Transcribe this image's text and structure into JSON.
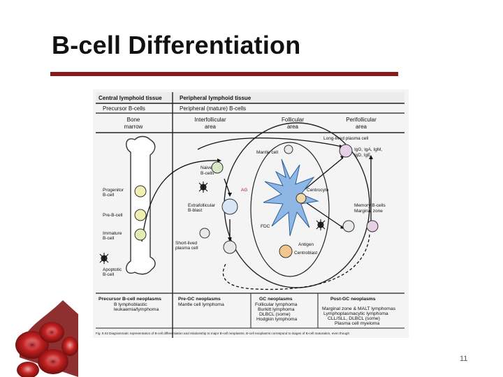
{
  "slide": {
    "title": "B-cell Differentiation",
    "page_number": "11",
    "accent_color": "#8b1a1a"
  },
  "diagram": {
    "header": {
      "central": "Central lymphoid tissue",
      "peripheral": "Peripheral lymphoid tissue",
      "precursor": "Precursor B-cells",
      "peripheral_mature": "Peripheral (mature) B-cells",
      "bone_marrow": [
        "Bone",
        "marrow"
      ],
      "interfollicular": [
        "Interfollicular",
        "area"
      ],
      "follicular": [
        "Follicular",
        "area"
      ],
      "perifollicular": [
        "Perifollicular",
        "area"
      ]
    },
    "labels": {
      "long_lived": "Long-lived plasma cell",
      "mantle": "Mantle cell",
      "ig_types": [
        "IgG, IgA, IgM,",
        "IgD, IgE"
      ],
      "naive": [
        "Naive",
        "B-cells"
      ],
      "ag": "AG",
      "centrocyte": "Centrocyte",
      "progenitor": [
        "Progenitor",
        "B-cell"
      ],
      "pre_b": "Pre-B-cell",
      "immature": [
        "Immature",
        "B-cell"
      ],
      "apoptotic": [
        "Apoptotic",
        "B-cell"
      ],
      "extrafollicular": [
        "Extrafollicular",
        "B-blast"
      ],
      "fdc": "FDC",
      "short_lived": [
        "Short-lived",
        "plasma cell"
      ],
      "antigen": "Antigen",
      "centroblast": "Centroblast",
      "memory": [
        "Memory B-cells",
        "Marginal zone"
      ]
    },
    "neoplasms": {
      "precursor": {
        "title": "Precursor B-cell neoplasms",
        "items": [
          "B lymphoblastic",
          "leukaemia/lymphoma"
        ]
      },
      "pre_gc": {
        "title": "Pre-GC neoplasms",
        "items": [
          "Mantle cell lymphoma"
        ]
      },
      "gc": {
        "title": "GC neoplasms",
        "items": [
          "Follicular lymphoma",
          "Burkitt lymphoma",
          "DLBCL (some)",
          "Hodgkin lymphoma"
        ]
      },
      "post_gc": {
        "title": "Post-GC neoplasms",
        "items": [
          "Marginal zone & MALT lymphomas",
          "Lymphoplasmacytic lymphoma",
          "CLL/SLL, DLBCL (some)",
          "Plasma cell myeloma"
        ]
      }
    },
    "caption": "Fig. 8.02  Diagrammatic representation of B-cell differentiation and relationship to major B-cell neoplasms. B-cell neoplasms correspond to stages of B-cell maturation, even though"
  }
}
